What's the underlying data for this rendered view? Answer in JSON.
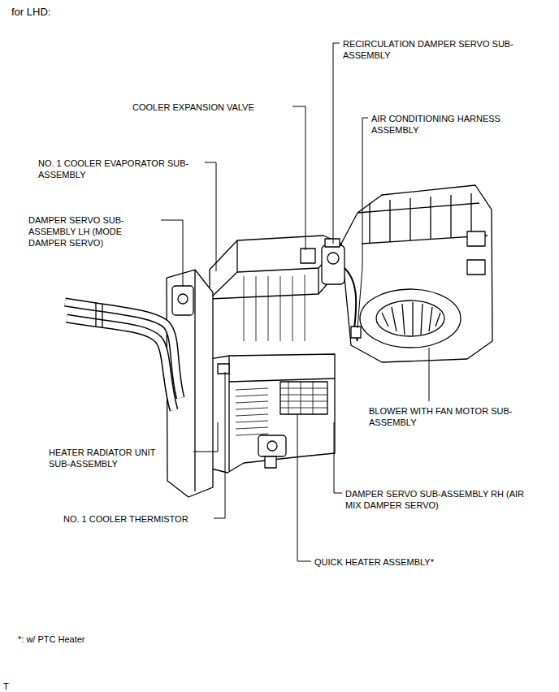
{
  "diagram": {
    "title": "for LHD:",
    "labels": [
      "RECIRCULATION DAMPER SERVO SUB-ASSEMBLY",
      "COOLER EXPANSION VALVE",
      "AIR CONDITIONING HARNESS ASSEMBLY",
      "NO. 1 COOLER EVAPORATOR SUB-ASSEMBLY",
      "DAMPER SERVO SUB-ASSEMBLY LH (MODE DAMPER SERVO)",
      "BLOWER WITH FAN MOTOR SUB-ASSEMBLY",
      "HEATER RADIATOR UNIT SUB-ASSEMBLY",
      "DAMPER SERVO SUB-ASSEMBLY RH (AIR MIX DAMPER SERVO)",
      "NO. 1 COOLER THERMISTOR",
      "QUICK HEATER ASSEMBLY*",
      "*: w/ PTC Heater",
      "T"
    ]
  }
}
